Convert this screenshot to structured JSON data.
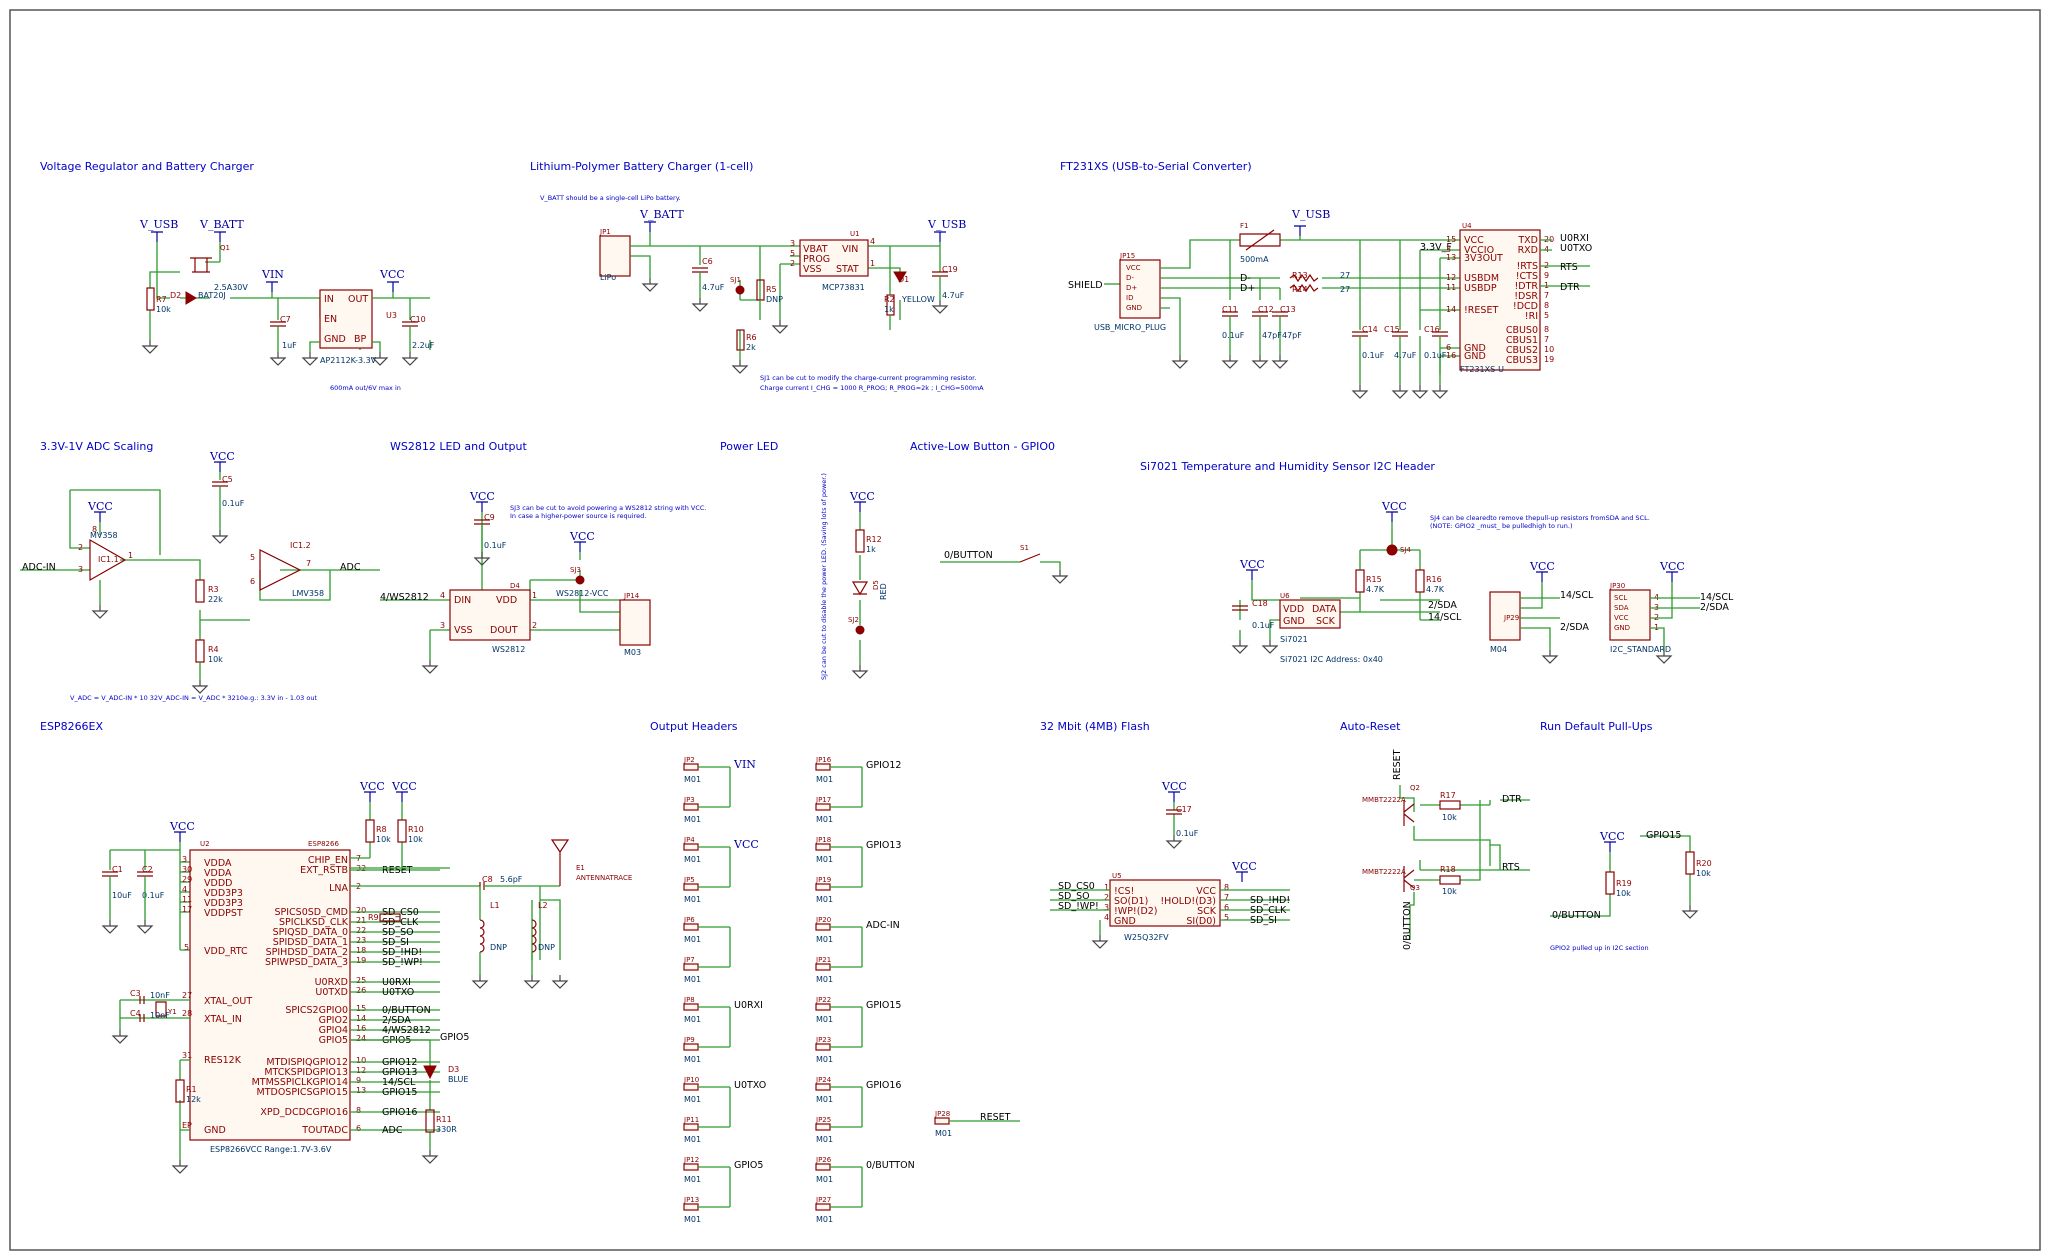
{
  "sections": [
    {
      "id": "vreg",
      "title": "Voltage Regulator and Battery Charger"
    },
    {
      "id": "lipo",
      "title": "Lithium-Polymer Battery Charger (1-cell)"
    },
    {
      "id": "ft231",
      "title": "FT231XS (USB-to-Serial Converter)"
    },
    {
      "id": "adc",
      "title": "3.3V-1V ADC Scaling"
    },
    {
      "id": "ws2812",
      "title": "WS2812 LED and Output"
    },
    {
      "id": "pled",
      "title": "Power LED"
    },
    {
      "id": "btn",
      "title": "Active-Low Button - GPIO0"
    },
    {
      "id": "si7021",
      "title": "Si7021 Temperature and Humidity Sensor I2C Header"
    },
    {
      "id": "esp",
      "title": "ESP8266EX"
    },
    {
      "id": "headers",
      "title": "Output Headers"
    },
    {
      "id": "flash",
      "title": "32 Mbit (4MB) Flash"
    },
    {
      "id": "autoreset",
      "title": "Auto-Reset"
    },
    {
      "id": "pullups",
      "title": "Run Default Pull-Ups"
    }
  ],
  "notes": {
    "vbatt": "V_BATT should be a single-cell LiPo battery.",
    "sj1": "SJ1 can be cut to modify the charge-current programming resistor.",
    "charge": "Charge current I_CHG = 1000 R_PROG; R_PROG=2k ; I_CHG=500mA",
    "ldo": "600mA out/6V max in",
    "adc": "V_ADC = V_ADC-IN * 10 32V_ADC-IN = V_ADC * 3210e.g.: 3.3V in - 1.03 out",
    "sj3": "SJ3 can be cut to avoid powering a WS2812 string with VCC.",
    "sj3b": "In case a higher-power source is required.",
    "sj2": "SJ2 can be cut to disable the power LED. (Saving lots of power.)",
    "sj4": "SJ4 can be clearedto remove thepull-up resistors fromSDA and SCL.",
    "sj4b": "(NOTE: GPIO2 _must_ be pulledhigh to run.)",
    "si_addr": "Si7021 I2C Address: 0x40",
    "esp_range": "ESP8266VCC Range:1.7V-3.6V",
    "gpio2": "GPIO2 pulled up in I2C section"
  },
  "rails": {
    "vusb": "V_USB",
    "vbatt": "V_BATT",
    "vin": "VIN",
    "vcc": "VCC"
  },
  "vreg": {
    "q1": "Q1",
    "q1v": "2.5A30V",
    "d2": "D2",
    "d2v": "BAT20J",
    "r7": "R7",
    "r7v": "10k",
    "c7": "C7",
    "c7v": "1uF",
    "c10": "C10",
    "c10v": "2.2uF",
    "u3": "U3",
    "u3v": "AP2112K-3.3V",
    "pins": {
      "in": "IN",
      "en": "EN",
      "gnd": "GND",
      "out": "OUT",
      "bp": "BP"
    }
  },
  "lipo": {
    "jp1": "JP1",
    "jp1v": "LiPo",
    "c6": "C6",
    "c6v": "4.7uF",
    "sj1": "SJ1",
    "r5": "R5",
    "r5v": "DNP",
    "r6": "R6",
    "r6v": "2k",
    "u1": "U1",
    "u1v": "MCP73831",
    "r2": "R2",
    "r2v": "1k",
    "d1": "D1",
    "d1v": "YELLOW",
    "c19": "C19",
    "c19v": "4.7uF",
    "pins": {
      "vbat": "VBAT",
      "prog": "PROG",
      "vss": "VSS",
      "vin": "VIN",
      "stat": "STAT"
    },
    "pinnums": {
      "p3": "3",
      "p5": "5",
      "p2": "2",
      "p4": "4",
      "p1": "1"
    }
  },
  "ft231": {
    "shield": "SHIELD",
    "jp15": "JP15",
    "jp15v": "USB_MICRO_PLUG",
    "usbpins": [
      "VCC",
      "D-",
      "D+",
      "ID",
      "GND"
    ],
    "f1": "F1",
    "f1v": "500mA",
    "dm": "D-",
    "dp": "D+",
    "r13": "R13",
    "r14": "R14",
    "r13v": "27",
    "r14v": "27",
    "c11": "C11",
    "c11v": "0.1uF",
    "c12": "C12",
    "c12v": "47pF",
    "c13": "C13",
    "c13v": "47pF",
    "c14": "C14",
    "c14v": "0.1uF",
    "c15": "C15",
    "c15v": "4.7uF",
    "c16": "C16",
    "c16v": "0.1uF",
    "u4": "U4",
    "u4v": "FT231XS-U",
    "v33": "3.3V_F",
    "left_pins": [
      [
        "15",
        "VCC"
      ],
      [
        "3",
        "VCCIO"
      ],
      [
        "13",
        "3V3OUT"
      ],
      [
        "12",
        "USBDM"
      ],
      [
        "11",
        "USBDP"
      ],
      [
        "14",
        "!RESET"
      ],
      [
        "6",
        "GND"
      ],
      [
        "16",
        "GND"
      ]
    ],
    "right_pins": [
      [
        "20",
        "TXD"
      ],
      [
        "4",
        "RXD"
      ],
      [
        "2",
        "!RTS"
      ],
      [
        "9",
        "!CTS"
      ],
      [
        "1",
        "!DTR"
      ],
      [
        "7",
        "!DSR"
      ],
      [
        "8",
        "!DCD"
      ],
      [
        "5",
        "!RI"
      ],
      [
        "8",
        "CBUS0"
      ],
      [
        "7",
        "CBUS1"
      ],
      [
        "10",
        "CBUS2"
      ],
      [
        "19",
        "CBUS3"
      ]
    ],
    "nets": {
      "u0rxi": "U0RXI",
      "u0txo": "U0TXO",
      "rts": "RTS",
      "dtr": "DTR"
    }
  },
  "adc": {
    "ic11": "IC1.1",
    "mv358": "MV358",
    "ic12": "IC1.2",
    "lmv358": "LMV358",
    "c5": "C5",
    "c5v": "0.1uF",
    "r3": "R3",
    "r3v": "22k",
    "r4": "R4",
    "r4v": "10k",
    "adcin": "ADC-IN",
    "adcout": "ADC",
    "pins": {
      "p2": "2",
      "p3": "3",
      "p1": "1",
      "p5": "5",
      "p6": "6",
      "p7": "7",
      "p8": "8"
    }
  },
  "ws": {
    "c9": "C9",
    "c9v": "0.1uF",
    "d4": "D4",
    "d4v": "WS2812",
    "sj3": "SJ3",
    "sj3v": "WS2812-VCC",
    "jp14": "JP14",
    "jp14v": "M03",
    "net": "4/WS2812",
    "pins": {
      "din": "DIN",
      "vdd": "VDD",
      "vss": "VSS",
      "dout": "DOUT"
    },
    "pinnums": {
      "p4": "4",
      "p1": "1",
      "p3": "3",
      "p2": "2"
    }
  },
  "pled": {
    "r12": "R12",
    "r12v": "1k",
    "d5": "D5",
    "d5v": "RED",
    "sj2": "SJ2"
  },
  "btn": {
    "net": "0/BUTTON",
    "s1": "S1"
  },
  "si": {
    "r15": "R15",
    "r15v": "4.7K",
    "r16": "R16",
    "r16v": "4.7K",
    "sj4": "SJ4",
    "c18": "C18",
    "c18v": "0.1uF",
    "u6": "U6",
    "u6v": "Si7021",
    "jp29": "JP29",
    "jp29v": "M04",
    "jp30": "JP30",
    "jp30v": "I2C_STANDARD",
    "pins": {
      "vdd": "VDD",
      "gnd": "GND",
      "data": "DATA",
      "sck": "SCK"
    },
    "i2cpins": [
      "SCL",
      "SDA",
      "VCC",
      "GND"
    ],
    "sda": "2/SDA",
    "scl": "14/SCL"
  },
  "esp": {
    "u2": "U2",
    "part": "ESP8266",
    "left_pins": [
      [
        "3",
        "VDDA"
      ],
      [
        "30",
        "VDDA"
      ],
      [
        "29",
        "VDDD"
      ],
      [
        "4",
        "VDD3P3"
      ],
      [
        "11",
        "VDD3P3"
      ],
      [
        "17",
        "VDDPST"
      ]
    ],
    "vddrtc": [
      "5",
      "VDD_RTC"
    ],
    "xout": [
      "27",
      "XTAL_OUT"
    ],
    "xin": [
      "28",
      "XTAL_IN"
    ],
    "res": [
      "31",
      "RES12K"
    ],
    "ep": [
      "EP",
      "GND"
    ],
    "right_pins": [
      [
        "7",
        "CHIP_EN"
      ],
      [
        "32",
        "EXT_RSTB"
      ],
      [
        "2",
        "LNA"
      ],
      [
        "20",
        "SPICS0SD_CMD"
      ],
      [
        "21",
        "SPICLKSD_CLK"
      ],
      [
        "22",
        "SPIQSD_DATA_0"
      ],
      [
        "23",
        "SPIDSD_DATA_1"
      ],
      [
        "18",
        "SPIHDSD_DATA_2"
      ],
      [
        "19",
        "SPIWPSD_DATA_3"
      ],
      [
        "25",
        "U0RXD"
      ],
      [
        "26",
        "U0TXD"
      ],
      [
        "15",
        "SPICS2GPIO0"
      ],
      [
        "14",
        "GPIO2"
      ],
      [
        "16",
        "GPIO4"
      ],
      [
        "24",
        "GPIO5"
      ],
      [
        "10",
        "MTDISPIQGPIO12"
      ],
      [
        "12",
        "MTCKSPIDGPIO13"
      ],
      [
        "9",
        "MTMSSPICLKGPIO14"
      ],
      [
        "13",
        "MTDOSPICSGPIO15"
      ],
      [
        "8",
        "XPD_DCDCGPIO16"
      ],
      [
        "6",
        "TOUTADC"
      ]
    ],
    "nets": [
      "",
      "RESET",
      "",
      "SD_CS0",
      "SD_CLK",
      "SD_SO",
      "SD_SI",
      "SD_!HD!",
      "SD_!WP!",
      "U0RXI",
      "U0TXO",
      "0/BUTTON",
      "2/SDA",
      "4/WS2812",
      "GPIO5",
      "GPIO12",
      "GPIO13",
      "14/SCL",
      "GPIO15",
      "GPIO16",
      "ADC"
    ],
    "c1": "C1",
    "c1v": "10uF",
    "c2": "C2",
    "c2v": "0.1uF",
    "c3": "C3",
    "c3v": "10nF",
    "c4": "C4",
    "c4v": "10nF",
    "r1": "R1",
    "r1v": "12k",
    "r8": "R8",
    "r8v": "10k",
    "r10": "R10",
    "r10v": "10k",
    "r9": "R9",
    "y1": "Y1",
    "c8": "C8",
    "c8v": "5.6pF",
    "l1": "L1",
    "l1v": "DNP",
    "l2": "L2",
    "l2v": "DNP",
    "e1": "E1",
    "e1v": "ANTENNATRACE",
    "d3": "D3",
    "d3v": "BLUE",
    "r11": "R11",
    "r11v": "330R",
    "gpio5": "GPIO5"
  },
  "headers": {
    "m": "M01",
    "left": [
      {
        "jp": "JP2",
        "net": "VIN"
      },
      {
        "jp": "JP3",
        "net": ""
      },
      {
        "jp": "JP4",
        "net": "VCC"
      },
      {
        "jp": "JP5",
        "net": ""
      },
      {
        "jp": "JP6",
        "net": ""
      },
      {
        "jp": "JP7",
        "net": ""
      },
      {
        "jp": "JP8",
        "net": "U0RXI"
      },
      {
        "jp": "JP9",
        "net": ""
      },
      {
        "jp": "JP10",
        "net": "U0TXO"
      },
      {
        "jp": "JP11",
        "net": ""
      },
      {
        "jp": "JP12",
        "net": "GPIO5"
      },
      {
        "jp": "JP13",
        "net": ""
      }
    ],
    "right": [
      {
        "jp": "JP16",
        "net": "GPIO12"
      },
      {
        "jp": "JP17",
        "net": ""
      },
      {
        "jp": "JP18",
        "net": "GPIO13"
      },
      {
        "jp": "JP19",
        "net": ""
      },
      {
        "jp": "JP20",
        "net": "ADC-IN"
      },
      {
        "jp": "JP21",
        "net": ""
      },
      {
        "jp": "JP22",
        "net": "GPIO15"
      },
      {
        "jp": "JP23",
        "net": ""
      },
      {
        "jp": "JP24",
        "net": "GPIO16"
      },
      {
        "jp": "JP25",
        "net": ""
      },
      {
        "jp": "JP26",
        "net": "0/BUTTON"
      },
      {
        "jp": "JP27",
        "net": ""
      }
    ],
    "jp28": "JP28",
    "jp28net": "RESET"
  },
  "flash": {
    "c17": "C17",
    "c17v": "0.1uF",
    "u5": "U5",
    "u5v": "W25Q32FV",
    "left_pins": [
      [
        "1",
        "!CS!"
      ],
      [
        "2",
        "SO(D1)"
      ],
      [
        "3",
        "!WP!(D2)"
      ],
      [
        "4",
        "GND"
      ]
    ],
    "right_pins": [
      [
        "8",
        "VCC"
      ],
      [
        "7",
        "!HOLD!(D3)"
      ],
      [
        "6",
        "SCK"
      ],
      [
        "5",
        "SI(D0)"
      ]
    ],
    "lnets": [
      "SD_CS0",
      "SD_SO",
      "SD_!WP!"
    ],
    "rnets": [
      "SD_!HD!",
      "SD_CLK",
      "SD_SI"
    ]
  },
  "ar": {
    "q2": "Q2",
    "q3": "Q3",
    "qv": "MMBT2222A",
    "r17": "R17",
    "r17v": "10k",
    "r18": "R18",
    "r18v": "10k",
    "reset": "RESET",
    "dtr": "DTR",
    "rts": "RTS",
    "btn": "0/BUTTON"
  },
  "pu": {
    "r19": "R19",
    "r19v": "10k",
    "r20": "R20",
    "r20v": "10k",
    "gpio15": "GPIO15",
    "btn": "0/BUTTON"
  }
}
